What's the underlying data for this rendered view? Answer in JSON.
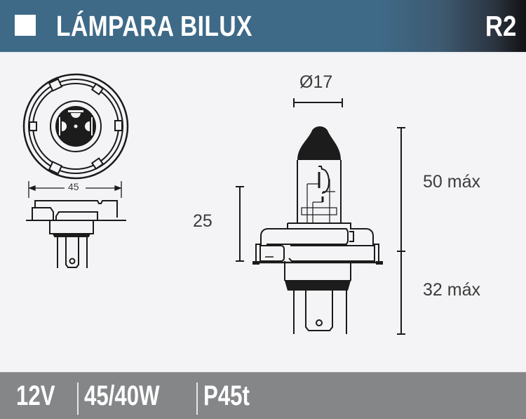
{
  "header": {
    "title": "LÁMPARA BILUX",
    "code": "R2",
    "background_color": "#3e6a88"
  },
  "diagram": {
    "front_view": {
      "width_dimension": "45"
    },
    "side_view": {
      "diameter_dimension": "Ø17",
      "focal_height": "25",
      "upper_height": "50 máx",
      "lower_height": "32 máx"
    }
  },
  "footer": {
    "specs": [
      {
        "label": "12V"
      },
      {
        "label": "45/40W"
      },
      {
        "label": "P45t"
      }
    ],
    "background_color": "#858688"
  }
}
